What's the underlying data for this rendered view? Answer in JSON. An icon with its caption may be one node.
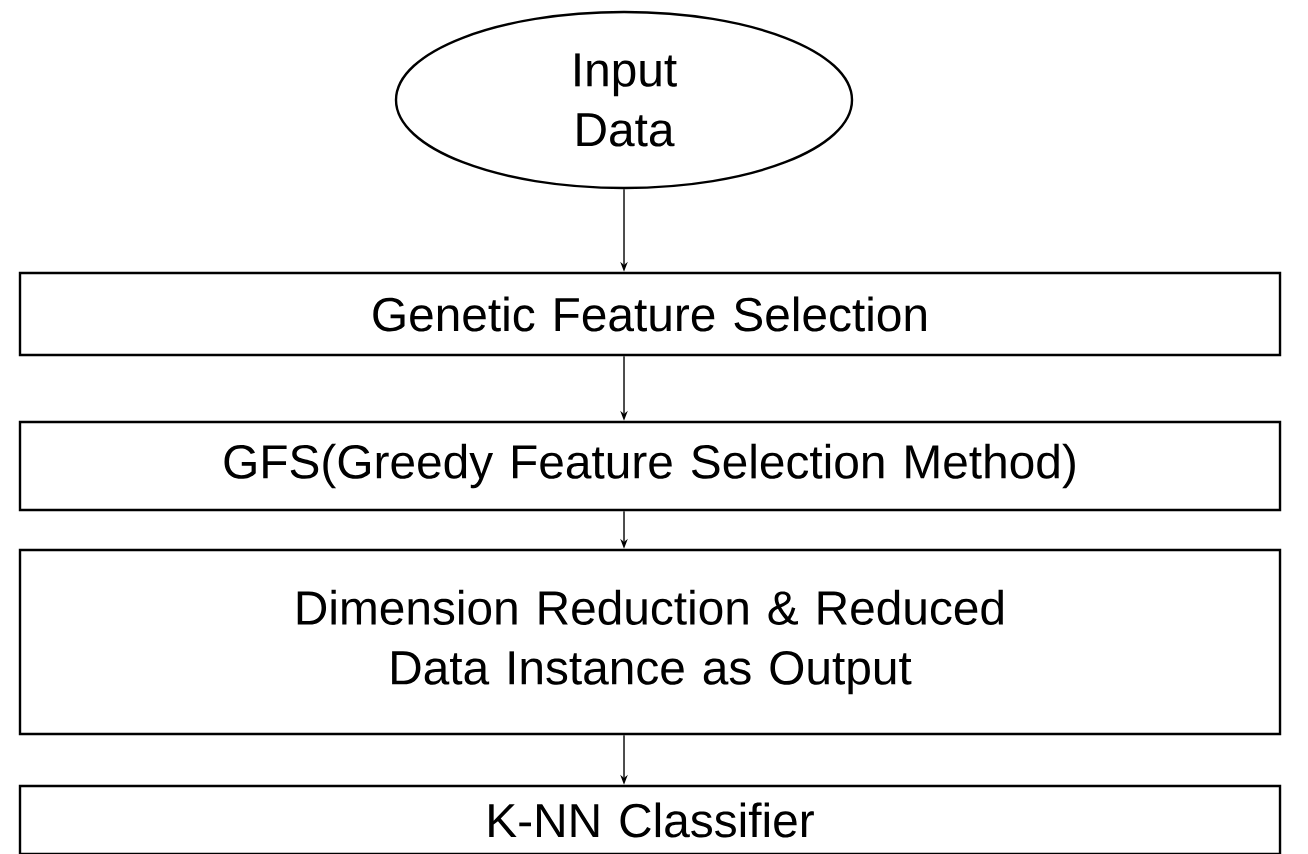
{
  "diagram": {
    "nodes": [
      {
        "text": [
          "Input Data"
        ]
      },
      {
        "text": [
          "Genetic Feature Selection"
        ]
      },
      {
        "text": [
          "GFS(Greedy Feature Selection Method)"
        ]
      },
      {
        "text": [
          "Dimension Reduction & Reduced Data Instance as Output"
        ]
      },
      {
        "text": [
          "K-NN Classifier"
        ]
      }
    ],
    "edges": [
      {
        "from": 0,
        "to": 1,
        "arrow": "to"
      },
      {
        "from": 1,
        "to": 2,
        "arrow": "to"
      },
      {
        "from": 2,
        "to": 3,
        "arrow": "to"
      },
      {
        "from": 3,
        "to": 4,
        "arrow": "to"
      }
    ]
  }
}
